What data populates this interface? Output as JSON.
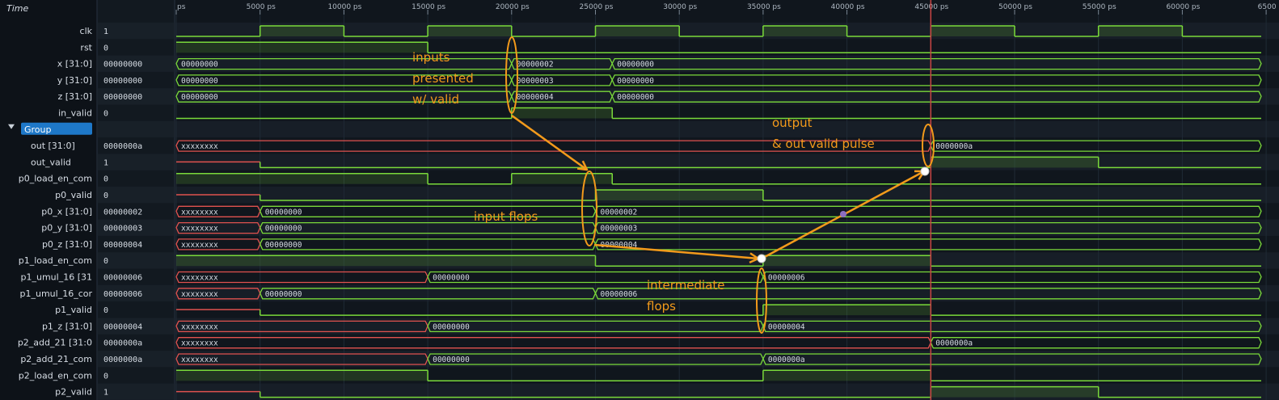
{
  "header": {
    "time_label": "Time"
  },
  "colors": {
    "bg": "#10161d",
    "band": "#1c252e",
    "signal": "#7ad93a",
    "unknown": "#e0524f",
    "fill": "rgba(122,217,58,0.16)",
    "cursor": "#c94444",
    "annotation": "#f39a1b",
    "text": "#d7dde5",
    "group_selected": "#1e78c8"
  },
  "timeline": {
    "ticks": [
      {
        "label": "ps",
        "t": 0
      },
      {
        "label": "5000 ps",
        "t": 5000
      },
      {
        "label": "10000 ps",
        "t": 10000
      },
      {
        "label": "15000 ps",
        "t": 15000
      },
      {
        "label": "20000 ps",
        "t": 20000
      },
      {
        "label": "25000 ps",
        "t": 25000
      },
      {
        "label": "30000 ps",
        "t": 30000
      },
      {
        "label": "35000 ps",
        "t": 35000
      },
      {
        "label": "40000 ps",
        "t": 40000
      },
      {
        "label": "45000 ps",
        "t": 45000
      },
      {
        "label": "50000 ps",
        "t": 50000
      },
      {
        "label": "55000 ps",
        "t": 55000
      },
      {
        "label": "60000 ps",
        "t": 60000
      },
      {
        "label": "6500",
        "t": 65000
      }
    ],
    "cursor_t": 45000
  },
  "signals": [
    {
      "name": "clk",
      "value": "1",
      "kind": "bit",
      "events": [
        [
          0,
          "0"
        ],
        [
          5000,
          "1"
        ],
        [
          10000,
          "0"
        ],
        [
          15000,
          "1"
        ],
        [
          20000,
          "0"
        ],
        [
          25000,
          "1"
        ],
        [
          30000,
          "0"
        ],
        [
          35000,
          "1"
        ],
        [
          40000,
          "0"
        ],
        [
          45000,
          "1"
        ],
        [
          50000,
          "0"
        ],
        [
          55000,
          "1"
        ],
        [
          60000,
          "0"
        ]
      ]
    },
    {
      "name": "rst",
      "value": "0",
      "kind": "bit",
      "events": [
        [
          0,
          "1"
        ],
        [
          15000,
          "0"
        ]
      ]
    },
    {
      "name": "x [31:0]",
      "value": "00000000",
      "kind": "bus",
      "events": [
        [
          0,
          "00000000"
        ],
        [
          20000,
          "00000002"
        ],
        [
          26000,
          "00000000"
        ]
      ]
    },
    {
      "name": "y [31:0]",
      "value": "00000000",
      "kind": "bus",
      "events": [
        [
          0,
          "00000000"
        ],
        [
          20000,
          "00000003"
        ],
        [
          26000,
          "00000000"
        ]
      ]
    },
    {
      "name": "z [31:0]",
      "value": "00000000",
      "kind": "bus",
      "events": [
        [
          0,
          "00000000"
        ],
        [
          20000,
          "00000004"
        ],
        [
          26000,
          "00000000"
        ]
      ]
    },
    {
      "name": "in_valid",
      "value": "0",
      "kind": "bit",
      "events": [
        [
          0,
          "0"
        ],
        [
          20000,
          "1"
        ],
        [
          26000,
          "0"
        ]
      ]
    },
    {
      "name": "Group",
      "value": "",
      "kind": "group",
      "selected": true
    },
    {
      "name": "out [31:0]",
      "value": "0000000a",
      "kind": "bus",
      "indent": true,
      "events": [
        [
          0,
          "xxxxxxxx"
        ],
        [
          45000,
          "0000000a"
        ]
      ]
    },
    {
      "name": "out_valid",
      "value": "1",
      "kind": "bit",
      "indent": true,
      "events": [
        [
          0,
          "x"
        ],
        [
          5000,
          "0"
        ],
        [
          45000,
          "1"
        ],
        [
          55000,
          "0"
        ]
      ]
    },
    {
      "name": "p0_load_en_com",
      "value": "0",
      "kind": "bit",
      "events": [
        [
          0,
          "1"
        ],
        [
          15000,
          "0"
        ],
        [
          20000,
          "1"
        ],
        [
          26000,
          "0"
        ]
      ]
    },
    {
      "name": "p0_valid",
      "value": "0",
      "kind": "bit",
      "events": [
        [
          0,
          "x"
        ],
        [
          5000,
          "0"
        ],
        [
          25000,
          "1"
        ],
        [
          35000,
          "0"
        ]
      ]
    },
    {
      "name": "p0_x [31:0]",
      "value": "00000002",
      "kind": "bus",
      "events": [
        [
          0,
          "xxxxxxxx"
        ],
        [
          5000,
          "00000000"
        ],
        [
          25000,
          "00000002"
        ]
      ]
    },
    {
      "name": "p0_y [31:0]",
      "value": "00000003",
      "kind": "bus",
      "events": [
        [
          0,
          "xxxxxxxx"
        ],
        [
          5000,
          "00000000"
        ],
        [
          25000,
          "00000003"
        ]
      ]
    },
    {
      "name": "p0_z [31:0]",
      "value": "00000004",
      "kind": "bus",
      "events": [
        [
          0,
          "xxxxxxxx"
        ],
        [
          5000,
          "00000000"
        ],
        [
          25000,
          "00000004"
        ]
      ]
    },
    {
      "name": "p1_load_en_com",
      "value": "0",
      "kind": "bit",
      "events": [
        [
          0,
          "1"
        ],
        [
          25000,
          "0"
        ],
        [
          35000,
          "1"
        ],
        [
          45000,
          "0"
        ]
      ]
    },
    {
      "name": "p1_umul_16 [31",
      "value": "00000006",
      "kind": "bus",
      "events": [
        [
          0,
          "xxxxxxxx"
        ],
        [
          15000,
          "00000000"
        ],
        [
          35000,
          "00000006"
        ]
      ]
    },
    {
      "name": "p1_umul_16_cor",
      "value": "00000006",
      "kind": "bus",
      "events": [
        [
          0,
          "xxxxxxxx"
        ],
        [
          5000,
          "00000000"
        ],
        [
          25000,
          "00000006"
        ]
      ]
    },
    {
      "name": "p1_valid",
      "value": "0",
      "kind": "bit",
      "events": [
        [
          0,
          "x"
        ],
        [
          5000,
          "0"
        ],
        [
          35000,
          "1"
        ],
        [
          45000,
          "0"
        ]
      ]
    },
    {
      "name": "p1_z [31:0]",
      "value": "00000004",
      "kind": "bus",
      "events": [
        [
          0,
          "xxxxxxxx"
        ],
        [
          15000,
          "00000000"
        ],
        [
          35000,
          "00000004"
        ]
      ]
    },
    {
      "name": "p2_add_21 [31:0",
      "value": "0000000a",
      "kind": "bus",
      "events": [
        [
          0,
          "xxxxxxxx"
        ],
        [
          45000,
          "0000000a"
        ]
      ]
    },
    {
      "name": "p2_add_21_com",
      "value": "0000000a",
      "kind": "bus",
      "events": [
        [
          0,
          "xxxxxxxx"
        ],
        [
          15000,
          "00000000"
        ],
        [
          35000,
          "0000000a"
        ]
      ]
    },
    {
      "name": "p2_load_en_com",
      "value": "0",
      "kind": "bit",
      "events": [
        [
          0,
          "1"
        ],
        [
          15000,
          "0"
        ],
        [
          35000,
          "1"
        ],
        [
          45000,
          "0"
        ]
      ]
    },
    {
      "name": "p2_valid",
      "value": "1",
      "kind": "bit",
      "events": [
        [
          0,
          "x"
        ],
        [
          5000,
          "0"
        ],
        [
          45000,
          "1"
        ],
        [
          55000,
          "0"
        ]
      ]
    }
  ],
  "annotations": [
    {
      "id": "inputs",
      "lines": [
        "inputs",
        "presented",
        "w/ valid"
      ]
    },
    {
      "id": "input-flops",
      "lines": [
        "input flops"
      ]
    },
    {
      "id": "intermediate",
      "lines": [
        "intermediate",
        "flops"
      ]
    },
    {
      "id": "output",
      "lines": [
        "output",
        "& out valid pulse"
      ]
    }
  ]
}
